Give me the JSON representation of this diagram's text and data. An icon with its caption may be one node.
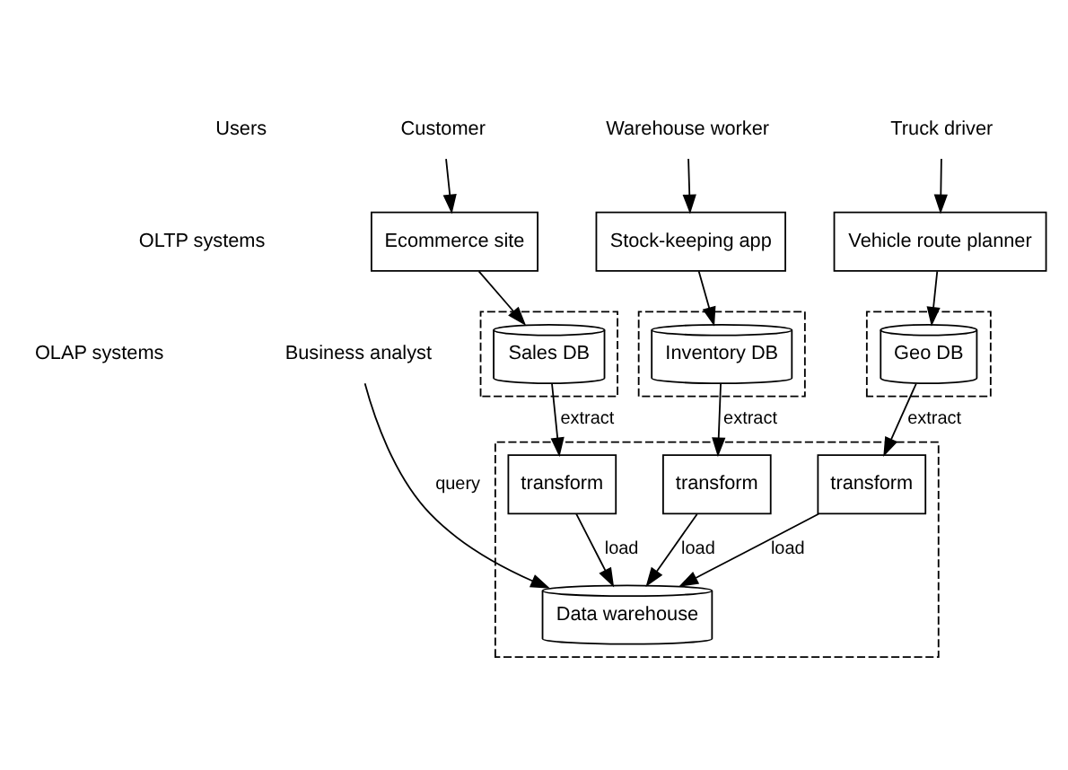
{
  "diagram": {
    "nodes": [
      {
        "text": [
          "Customer"
        ]
      },
      {
        "text": [
          "Warehouse worker"
        ]
      },
      {
        "text": [
          "Truck driver"
        ]
      },
      {
        "text": [
          "Ecommerce site"
        ]
      },
      {
        "text": [
          "Stock-keeping app"
        ]
      },
      {
        "text": [
          "Vehicle route planner"
        ]
      },
      {
        "text": [],
        "shape": "box"
      },
      {
        "text": [
          "Sales DB"
        ],
        "in": 6
      },
      {
        "text": [],
        "shape": "box"
      },
      {
        "text": [
          "Inventory DB"
        ],
        "in": 8
      },
      {
        "text": [],
        "shape": "box"
      },
      {
        "text": [
          "Geo DB"
        ],
        "in": 10
      },
      {
        "text": [],
        "shape": "box"
      },
      {
        "text": [
          "transform"
        ],
        "in": 12
      },
      {
        "text": [
          "transform"
        ],
        "in": 12
      },
      {
        "text": [
          "transform"
        ],
        "in": 12
      },
      {
        "text": [
          "Data warehouse"
        ],
        "in": 12
      },
      {
        "text": [
          "Business analyst"
        ]
      }
    ],
    "edges": [
      {
        "from": 0,
        "to": 3,
        "arrow": "to"
      },
      {
        "from": 1,
        "to": 4,
        "arrow": "to"
      },
      {
        "from": 2,
        "to": 5,
        "arrow": "to"
      },
      {
        "from": 3,
        "to": 7,
        "arrow": "to"
      },
      {
        "from": 4,
        "to": 9,
        "arrow": "to"
      },
      {
        "from": 5,
        "to": 11,
        "arrow": "to"
      },
      {
        "from": 7,
        "to": 13,
        "arrow": "to",
        "label": "extract"
      },
      {
        "from": 9,
        "to": 14,
        "arrow": "to",
        "label": "extract"
      },
      {
        "from": 11,
        "to": 15,
        "arrow": "to",
        "label": "extract"
      },
      {
        "from": 13,
        "to": 16,
        "arrow": "to",
        "label": "load"
      },
      {
        "from": 14,
        "to": 16,
        "arrow": "to",
        "label": "load"
      },
      {
        "from": 15,
        "to": 16,
        "arrow": "to",
        "label": "load"
      },
      {
        "from": 17,
        "to": 16,
        "arrow": "to",
        "label": "query"
      }
    ],
    "labels": [
      "Users",
      "OLTP systems",
      "OLAP systems"
    ]
  }
}
